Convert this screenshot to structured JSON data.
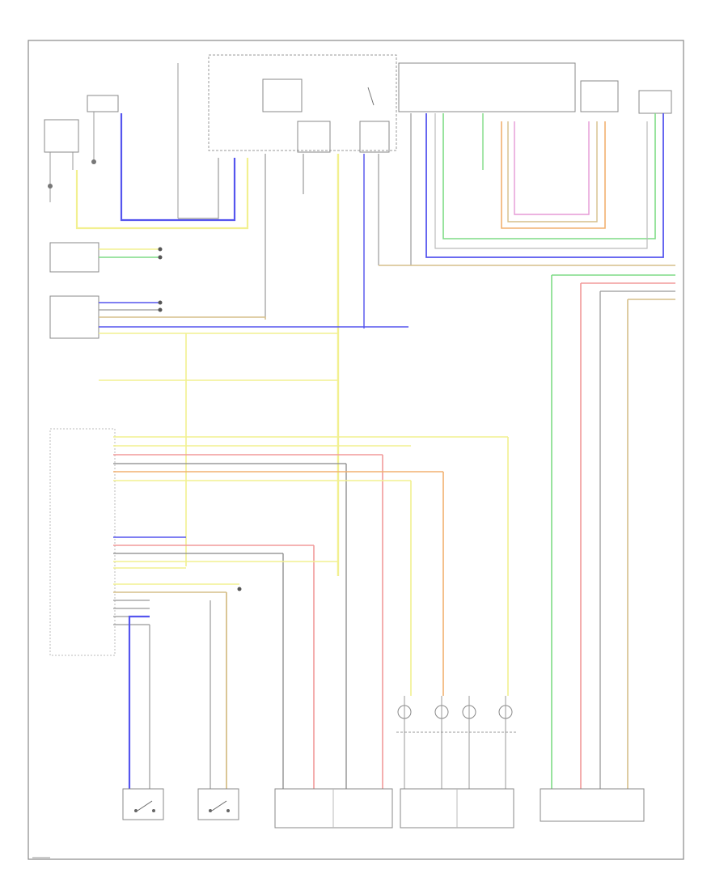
{
  "diagram": {
    "footer_label": "",
    "colors": {
      "border": "#888888",
      "line": "#9a9a9a",
      "yellow": "#f2f090",
      "blue": "#5555ee",
      "red": "#f29a9a",
      "green": "#7fdc86",
      "orange": "#f2b070",
      "tan": "#d6bf8a",
      "gray": "#9a9a9a",
      "pink": "#e59ad6"
    },
    "components": [
      {
        "id": "seat-belt-switch-left"
      },
      {
        "id": "seat-belt-switch-right"
      },
      {
        "id": "passenger-airbag-module"
      },
      {
        "id": "side-curtain-airbag"
      },
      {
        "id": "occupant-classification-sensor"
      },
      {
        "id": "instrument-cluster"
      },
      {
        "id": "airbag-control-module"
      },
      {
        "id": "fuse-relay-box"
      },
      {
        "id": "body-control-module"
      },
      {
        "id": "fuse-block-top-right"
      },
      {
        "id": "right-connector-top-right"
      }
    ]
  }
}
